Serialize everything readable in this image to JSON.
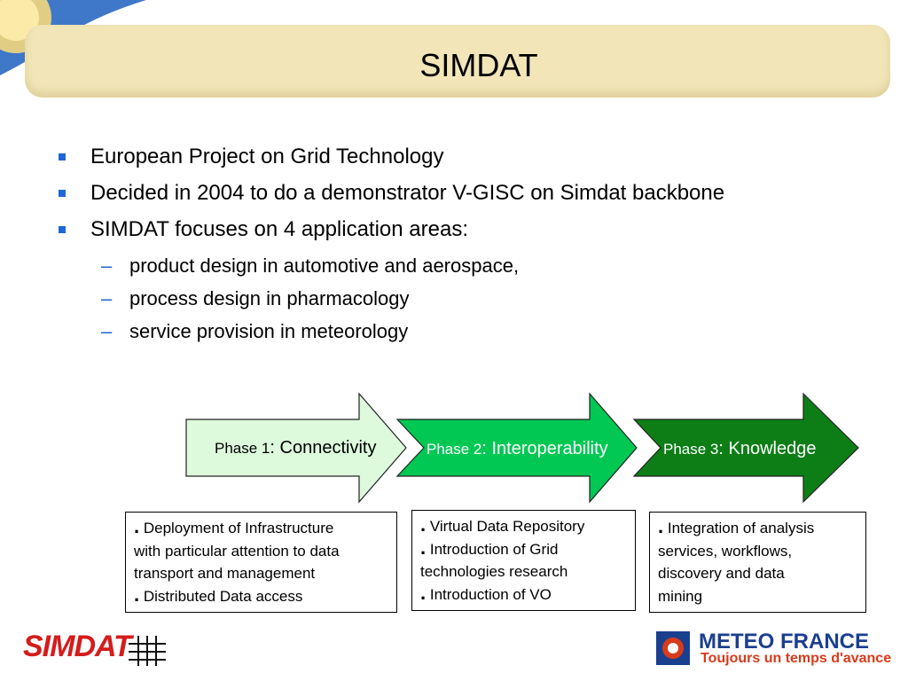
{
  "slide": {
    "title": "SIMDAT"
  },
  "bullets": [
    {
      "text": "European Project on Grid Technology",
      "level": 1
    },
    {
      "text": "Decided in 2004 to do a demonstrator V-GISC on Simdat backbone",
      "level": 1
    },
    {
      "text": "SIMDAT focuses on 4 application areas:",
      "level": 1
    },
    {
      "text": "product design in automotive and aerospace,",
      "level": 2
    },
    {
      "text": "process design in pharmacology",
      "level": 2
    },
    {
      "text": "service provision in meteorology",
      "level": 2
    }
  ],
  "phases": [
    {
      "prefix": "Phase 1",
      "name": ": Connectivity",
      "fill": "#ddfadc",
      "text_color": "#000000"
    },
    {
      "prefix": "Phase 2",
      "name": ": Interoperability",
      "fill": "#00c853",
      "text_color": "#ffffff"
    },
    {
      "prefix": "Phase 3",
      "name": ": Knowledge",
      "fill": "#0d7e16",
      "text_color": "#ffffff"
    }
  ],
  "phase_boxes": [
    {
      "lines": [
        {
          "dot": ".",
          "text": " Deployment of Infrastructure"
        },
        {
          "dot": "",
          "text": "with particular attention to data"
        },
        {
          "dot": "",
          "text": "transport and management"
        },
        {
          "dot": ".",
          "text": " Distributed Data access"
        }
      ]
    },
    {
      "lines": [
        {
          "dot": ".",
          "text": " Virtual Data Repository"
        },
        {
          "dot": ".",
          "text": " Introduction of Grid"
        },
        {
          "dot": "",
          "text": "technologies research"
        },
        {
          "dot": ".",
          "text": " Introduction of VO"
        }
      ]
    },
    {
      "lines": [
        {
          "dot": ".",
          "text": " Integration of analysis"
        },
        {
          "dot": "",
          "text": "services, workflows,"
        },
        {
          "dot": "",
          "text": "discovery and data"
        },
        {
          "dot": "",
          "text": "mining"
        }
      ]
    }
  ],
  "footer": {
    "left_logo_text": "SIMDAT",
    "right_logo_name": "METEO FRANCE",
    "right_logo_tagline": "Toujours un temps d'avance"
  },
  "colors": {
    "bullet_accent": "#1f66d6",
    "title_bar": "#f2e6b8",
    "simdat_red": "#d41c1c",
    "meteo_blue": "#1b3f8f",
    "meteo_orange": "#d83b1a"
  }
}
